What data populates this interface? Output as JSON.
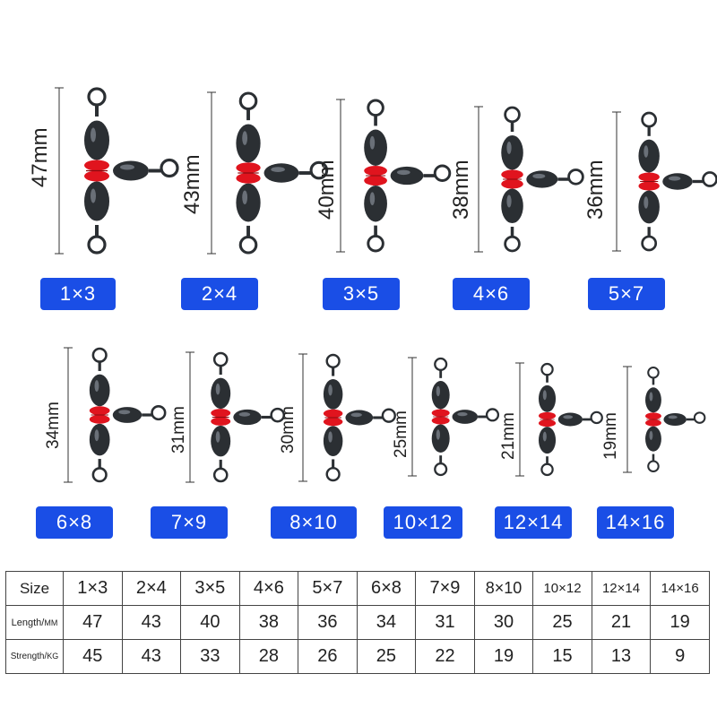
{
  "items": [
    {
      "size": "1×3",
      "length": "47mm"
    },
    {
      "size": "2×4",
      "length": "43mm"
    },
    {
      "size": "3×5",
      "length": "40mm"
    },
    {
      "size": "4×6",
      "length": "38mm"
    },
    {
      "size": "5×7",
      "length": "36mm"
    },
    {
      "size": "6×8",
      "length": "34mm"
    },
    {
      "size": "7×9",
      "length": "31mm"
    },
    {
      "size": "8×10",
      "length": "30mm"
    },
    {
      "size": "10×12",
      "length": "25mm"
    },
    {
      "size": "12×14",
      "length": "21mm"
    },
    {
      "size": "14×16",
      "length": "19mm"
    }
  ],
  "table": {
    "size_label": "Size",
    "length_label": "Length/",
    "length_unit": "MM",
    "strength_label": "Strength/",
    "strength_unit": "KG",
    "sizes": [
      "1×3",
      "2×4",
      "3×5",
      "4×6",
      "5×7",
      "6×8",
      "7×9",
      "8×10",
      "10×12",
      "12×14",
      "14×16"
    ],
    "lengths": [
      "47",
      "43",
      "40",
      "38",
      "36",
      "34",
      "31",
      "30",
      "25",
      "21",
      "19"
    ],
    "strengths": [
      "45",
      "43",
      "33",
      "28",
      "26",
      "25",
      "22",
      "19",
      "15",
      "13",
      "9"
    ]
  },
  "colors": {
    "badge": "#1a4ee6",
    "bead": "#e0141e",
    "metal": "#2b2f33"
  }
}
